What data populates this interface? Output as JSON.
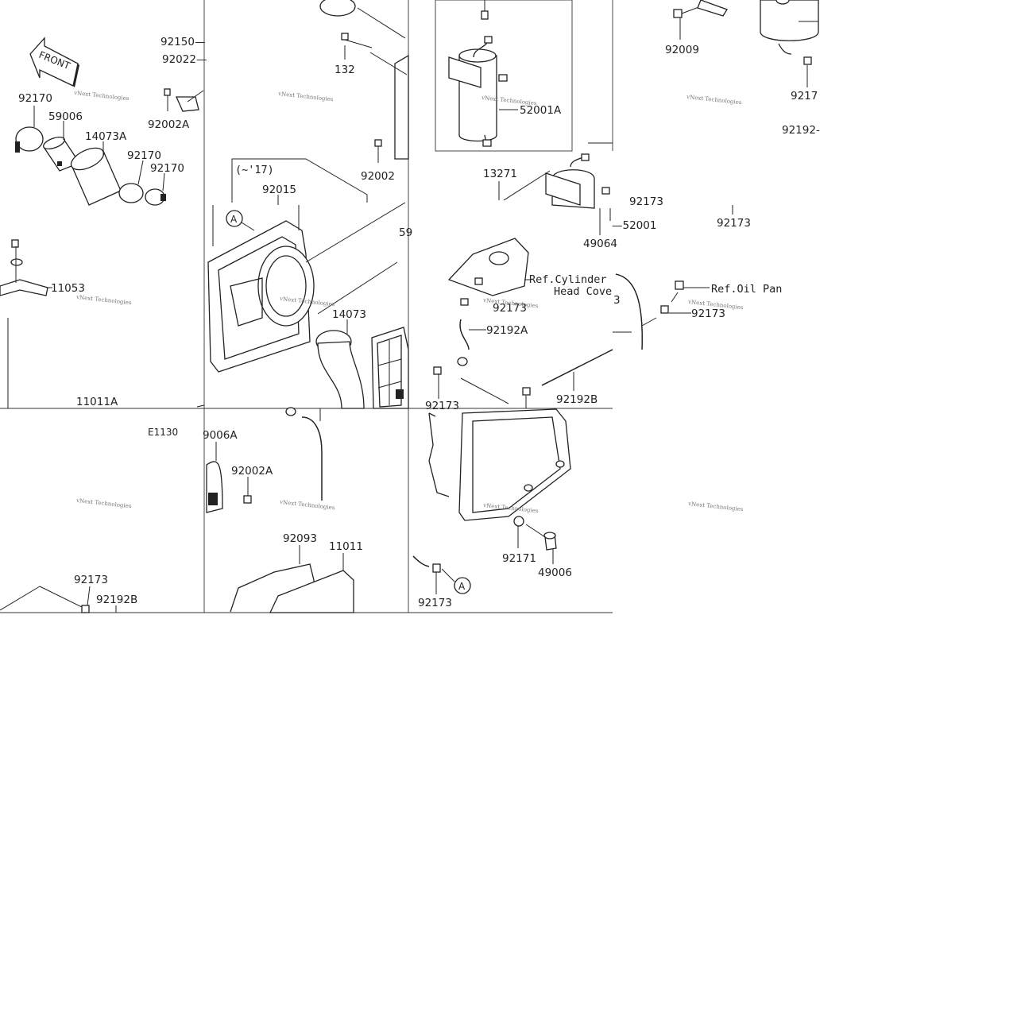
{
  "front_badge": "FRONT",
  "callouts": [
    {
      "id": "p1",
      "text": "92150—"
    },
    {
      "id": "p2",
      "text": "92022—"
    },
    {
      "id": "p3",
      "text": "132"
    },
    {
      "id": "p4",
      "text": "92009"
    },
    {
      "id": "p5",
      "text": "9217"
    },
    {
      "id": "p6",
      "text": "92192-"
    },
    {
      "id": "p7",
      "text": "92170"
    },
    {
      "id": "p8",
      "text": "59006"
    },
    {
      "id": "p9",
      "text": "14073A"
    },
    {
      "id": "p10",
      "text": "92002A"
    },
    {
      "id": "p11",
      "text": "92170"
    },
    {
      "id": "p12",
      "text": "92170"
    },
    {
      "id": "p13",
      "text": "52001A"
    },
    {
      "id": "p14",
      "text": "92002"
    },
    {
      "id": "p15",
      "text": "13271"
    },
    {
      "id": "p16",
      "text": "(~'17)"
    },
    {
      "id": "p17",
      "text": "92015"
    },
    {
      "id": "p18",
      "text": "—52001"
    },
    {
      "id": "p19",
      "text": "49064"
    },
    {
      "id": "p20",
      "text": "92173"
    },
    {
      "id": "p21",
      "text": "59"
    },
    {
      "id": "p22",
      "text": "11053"
    },
    {
      "id": "p23",
      "text": "Ref.Cylinder"
    },
    {
      "id": "p24",
      "text": "Head Cove"
    },
    {
      "id": "p25",
      "text": "Ref.Oil Pan"
    },
    {
      "id": "p26",
      "text": "92173"
    },
    {
      "id": "p27",
      "text": "92173"
    },
    {
      "id": "p28",
      "text": "14073"
    },
    {
      "id": "p29",
      "text": "92192A"
    },
    {
      "id": "p30",
      "text": "11011A"
    },
    {
      "id": "p31",
      "text": "92173"
    },
    {
      "id": "p32",
      "text": "92192B"
    },
    {
      "id": "p33",
      "text": "E1130"
    },
    {
      "id": "p34",
      "text": "9006A"
    },
    {
      "id": "p35",
      "text": "92002A"
    },
    {
      "id": "p36",
      "text": "92093"
    },
    {
      "id": "p37",
      "text": "11011"
    },
    {
      "id": "p38",
      "text": "92171"
    },
    {
      "id": "p39",
      "text": "49006"
    },
    {
      "id": "p40",
      "text": "92173"
    },
    {
      "id": "p41",
      "text": "92192B"
    },
    {
      "id": "p42",
      "text": "92173"
    },
    {
      "id": "p43",
      "text": "3"
    },
    {
      "id": "p44",
      "text": "92173"
    }
  ],
  "circle_labels": [
    "A",
    "A"
  ],
  "watermark": "vNext Technologies",
  "colors": {
    "ink": "#222222",
    "watermark": "#777777",
    "background": "#ffffff"
  }
}
